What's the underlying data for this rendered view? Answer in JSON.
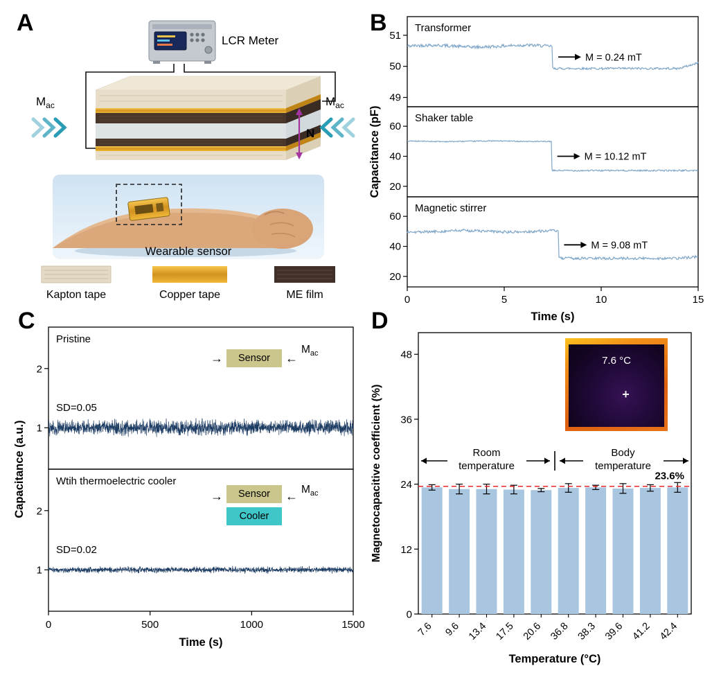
{
  "figure": {
    "panels": {
      "a": {
        "letter": "A",
        "lcr_meter_label": "LCR Meter",
        "mac": {
          "base": "M",
          "sub": "ac"
        },
        "n_label": "N",
        "wearable_label": "Wearable sensor",
        "accent_teal": "#2a9cb5",
        "accent_purple": "#a2359f",
        "legend": [
          {
            "label": "Kapton tape",
            "color": "#e4d9c5"
          },
          {
            "label": "Copper tape",
            "color": "#e0a62c"
          },
          {
            "label": "ME film",
            "color": "#41302a"
          }
        ]
      },
      "b": {
        "letter": "B"
      },
      "c": {
        "letter": "C",
        "insets": {
          "pristine": {
            "box1": "Sensor",
            "mac": {
              "base": "M",
              "sub": "ac"
            }
          },
          "cooler": {
            "box1": "Sensor",
            "box2": "Cooler",
            "mac": {
              "base": "M",
              "sub": "ac"
            }
          }
        }
      },
      "d": {
        "letter": "D"
      }
    }
  },
  "chart_data": [
    {
      "panel": "B",
      "type": "line",
      "xlabel": "Time (s)",
      "ylabel": "Capacitance (pF)",
      "xlim": [
        0,
        15
      ],
      "xticks": [
        0,
        5,
        10,
        15
      ],
      "line_color": "#7ea6c8",
      "subplots": [
        {
          "title": "Transformer",
          "ylim": [
            48.7,
            51.6
          ],
          "yticks": [
            49,
            50,
            51
          ],
          "baseline": 50.65,
          "step_time": 7.5,
          "after": 49.93,
          "noise": 0.05,
          "noise_after": 0.035,
          "wander": 0.03,
          "end_rise": 0.18,
          "annotation": "M = 0.24 mT",
          "ann_y": 50.3
        },
        {
          "title": "Shaker table",
          "ylim": [
            13,
            73
          ],
          "yticks": [
            20,
            40,
            60
          ],
          "baseline": 50,
          "step_time": 7.45,
          "after": 30.5,
          "noise": 0.35,
          "noise_after": 0.5,
          "wander": 0.2,
          "end_rise": 0,
          "annotation": "M = 10.12 mT",
          "ann_y": 40
        },
        {
          "title": "Magnetic stirrer",
          "ylim": [
            13,
            73
          ],
          "yticks": [
            20,
            40,
            60
          ],
          "baseline": 50,
          "step_time": 7.8,
          "after": 32,
          "noise": 0.9,
          "noise_after": 0.9,
          "wander": 0.5,
          "end_rise": 1.2,
          "annotation": "M = 9.08 mT",
          "ann_y": 41
        }
      ]
    },
    {
      "panel": "C",
      "type": "line",
      "xlabel": "Time (s)",
      "ylabel": "Capacitance (a.u.)",
      "xlim": [
        0,
        1500
      ],
      "xticks": [
        0,
        500,
        1000,
        1500
      ],
      "line_color": "#1d3c63",
      "sd_color": "#e8242a",
      "subplots": [
        {
          "title": "Pristine",
          "sd_label": "SD=0.05",
          "baseline": 1.0,
          "noise": 0.13,
          "ylim": [
            0.3,
            2.7
          ],
          "yticks": [
            1,
            2
          ]
        },
        {
          "title": "Wtih thermoelectric cooler",
          "sd_label": "SD=0.02",
          "baseline": 1.0,
          "noise": 0.05,
          "ylim": [
            0.3,
            2.7
          ],
          "yticks": [
            1,
            2
          ]
        }
      ]
    },
    {
      "panel": "D",
      "type": "bar",
      "xlabel": "Temperature (°C)",
      "ylabel": "Magnetocapacitive coefficient (%)",
      "categories": [
        "7.6",
        "9.6",
        "13.4",
        "17.5",
        "20.6",
        "36.8",
        "38.3",
        "39.6",
        "41.2",
        "42.4"
      ],
      "values": [
        23.4,
        23.1,
        23.1,
        23.0,
        22.9,
        23.3,
        23.4,
        23.2,
        23.3,
        23.4
      ],
      "errors": [
        0.5,
        0.9,
        0.9,
        0.8,
        0.3,
        0.8,
        0.4,
        0.9,
        0.6,
        0.9
      ],
      "ylim": [
        0,
        52
      ],
      "yticks": [
        0,
        12,
        24,
        36,
        48
      ],
      "bar_color": "#a9c6e0",
      "ref_line": {
        "value": 23.6,
        "label": "23.6%",
        "color": "#e8242a"
      },
      "groups": [
        {
          "line1": "Room",
          "line2": "temperature",
          "span": [
            0,
            4
          ]
        },
        {
          "line1": "Body",
          "line2": "temperature",
          "span": [
            5,
            9
          ]
        }
      ],
      "inset": {
        "label": "7.6 °C"
      }
    }
  ]
}
